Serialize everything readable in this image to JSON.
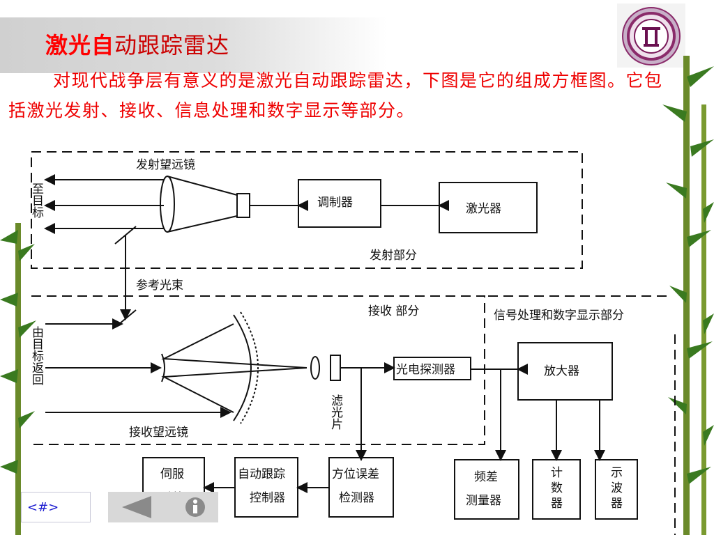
{
  "title": {
    "highlight": "激光自",
    "rest": "动跟踪雷达"
  },
  "paragraph": "对现代战争层有意义的是激光自动跟踪雷达，下图是它的组成方框图。它包括激光发射、接收、信息处理和数字显示等部分。",
  "diagram": {
    "target_in": "至目标",
    "target_out": "由目标返回",
    "emit_telescope": "发射望远镜",
    "modulator": "调制器",
    "laser": "激光器",
    "emit_part": "发射部分",
    "ref_beam": "参考光束",
    "receive_part": "接收 部分",
    "signal_part": "信号处理和数字显示部分",
    "filter": "滤光片",
    "photodetector": "光电探测器",
    "amplifier": "放大器",
    "receive_telescope": "接收望远镜",
    "servo": [
      "伺服",
      "系统"
    ],
    "auto_track": [
      "自动跟踪",
      "控制器"
    ],
    "azimuth": [
      "方位误差",
      "检测器"
    ],
    "freq_meter": [
      "频差",
      "测量器"
    ],
    "counter": [
      "计",
      "数",
      "器"
    ],
    "oscilloscope": [
      "示",
      "波",
      "器"
    ]
  },
  "nav": {
    "slide_number": "<#>",
    "prev_icon": "back-arrow-icon",
    "info_icon": "info-icon"
  },
  "colors": {
    "title_red": "#ff0000",
    "text_red": "#ee0000",
    "nav_blue": "#1a1ad0"
  }
}
